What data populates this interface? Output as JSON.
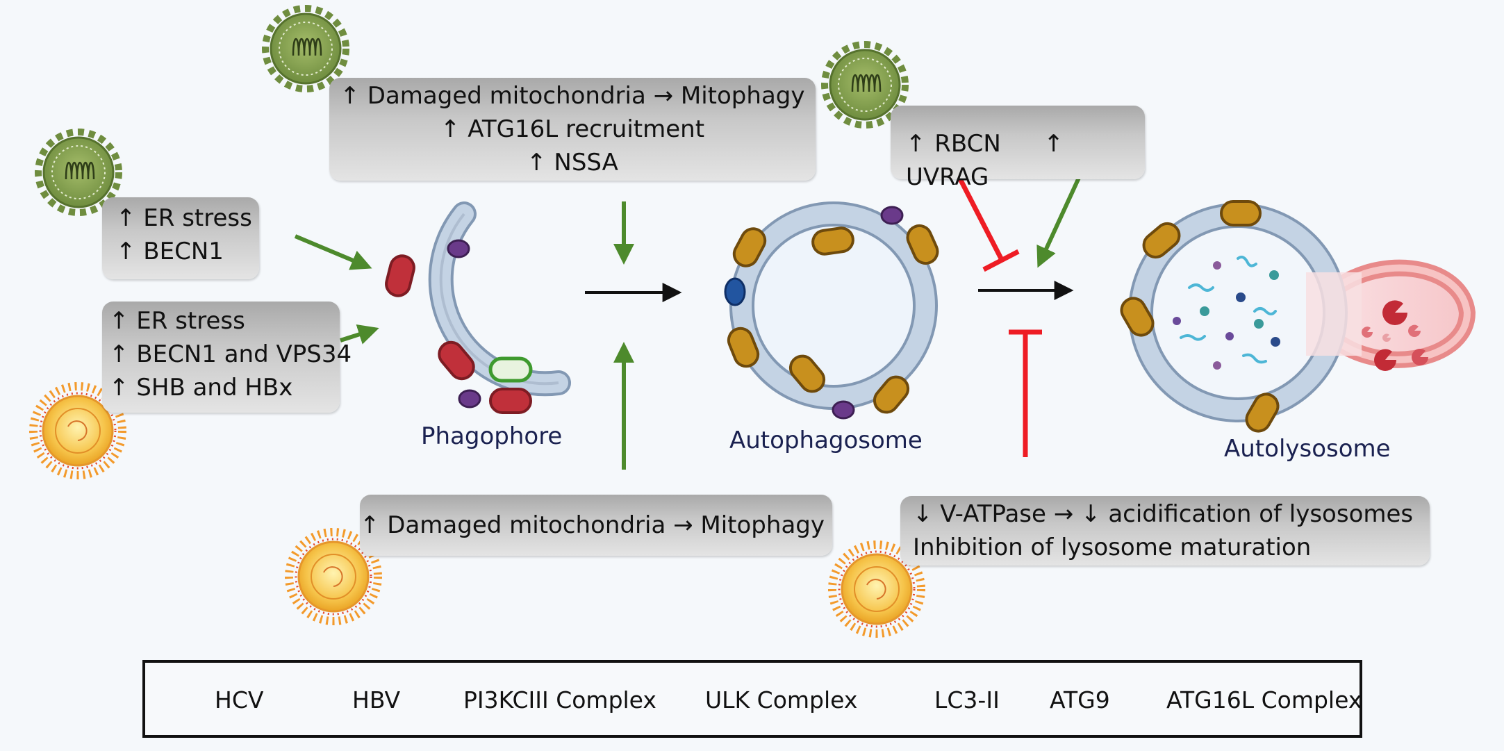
{
  "boxes": {
    "hcv_top": [
      "↑ Damaged mitochondria → Mitophagy",
      "↑ ATG16L recruitment",
      "↑ NSSA"
    ],
    "hcv_left": [
      "↑ ER stress",
      "↑ BECN1"
    ],
    "hbv_left": [
      "↑ ER stress",
      "↑ BECN1 and VPS34",
      "↑ SHB and HBx"
    ],
    "hcv_right": [
      "↑ RBCN",
      "↑ UVRAG"
    ],
    "hbv_bottom": [
      "↑ Damaged mitochondria → Mitophagy"
    ],
    "hbv_right": [
      "↓ V-ATPase → ↓ acidification  of lysosomes",
      "Inhibition of lysosome maturation"
    ]
  },
  "stages": {
    "phagophore": "Phagophore",
    "autophagosome": "Autophagosome",
    "autolysosome": "Autolysosome"
  },
  "legend": {
    "hcv": "HCV",
    "hbv": "HBV",
    "pi3kc3": "PI3KCIII  Complex",
    "ulk": "ULK Complex",
    "lc3": "LC3-II",
    "atg9": "ATG9",
    "atg16l": "ATG16L  Complex"
  },
  "colors": {
    "activation_arrow": "#4d8a2c",
    "inhibition": "#ee1c24",
    "membrane": "#b9c9dc",
    "membrane_edge": "#8298b3",
    "pi3kc3": "#c0303a",
    "ulk": "#3e9a2e",
    "lc3": "#c8901e",
    "atg9": "#6a3a8a",
    "atg16l": "#2255a0",
    "hcv": "#7a9a4a",
    "hbv": "#f2b72a",
    "lysosome": "#e88a8a"
  },
  "icons": [
    "hcv-virus-icon",
    "hbv-virus-icon"
  ]
}
